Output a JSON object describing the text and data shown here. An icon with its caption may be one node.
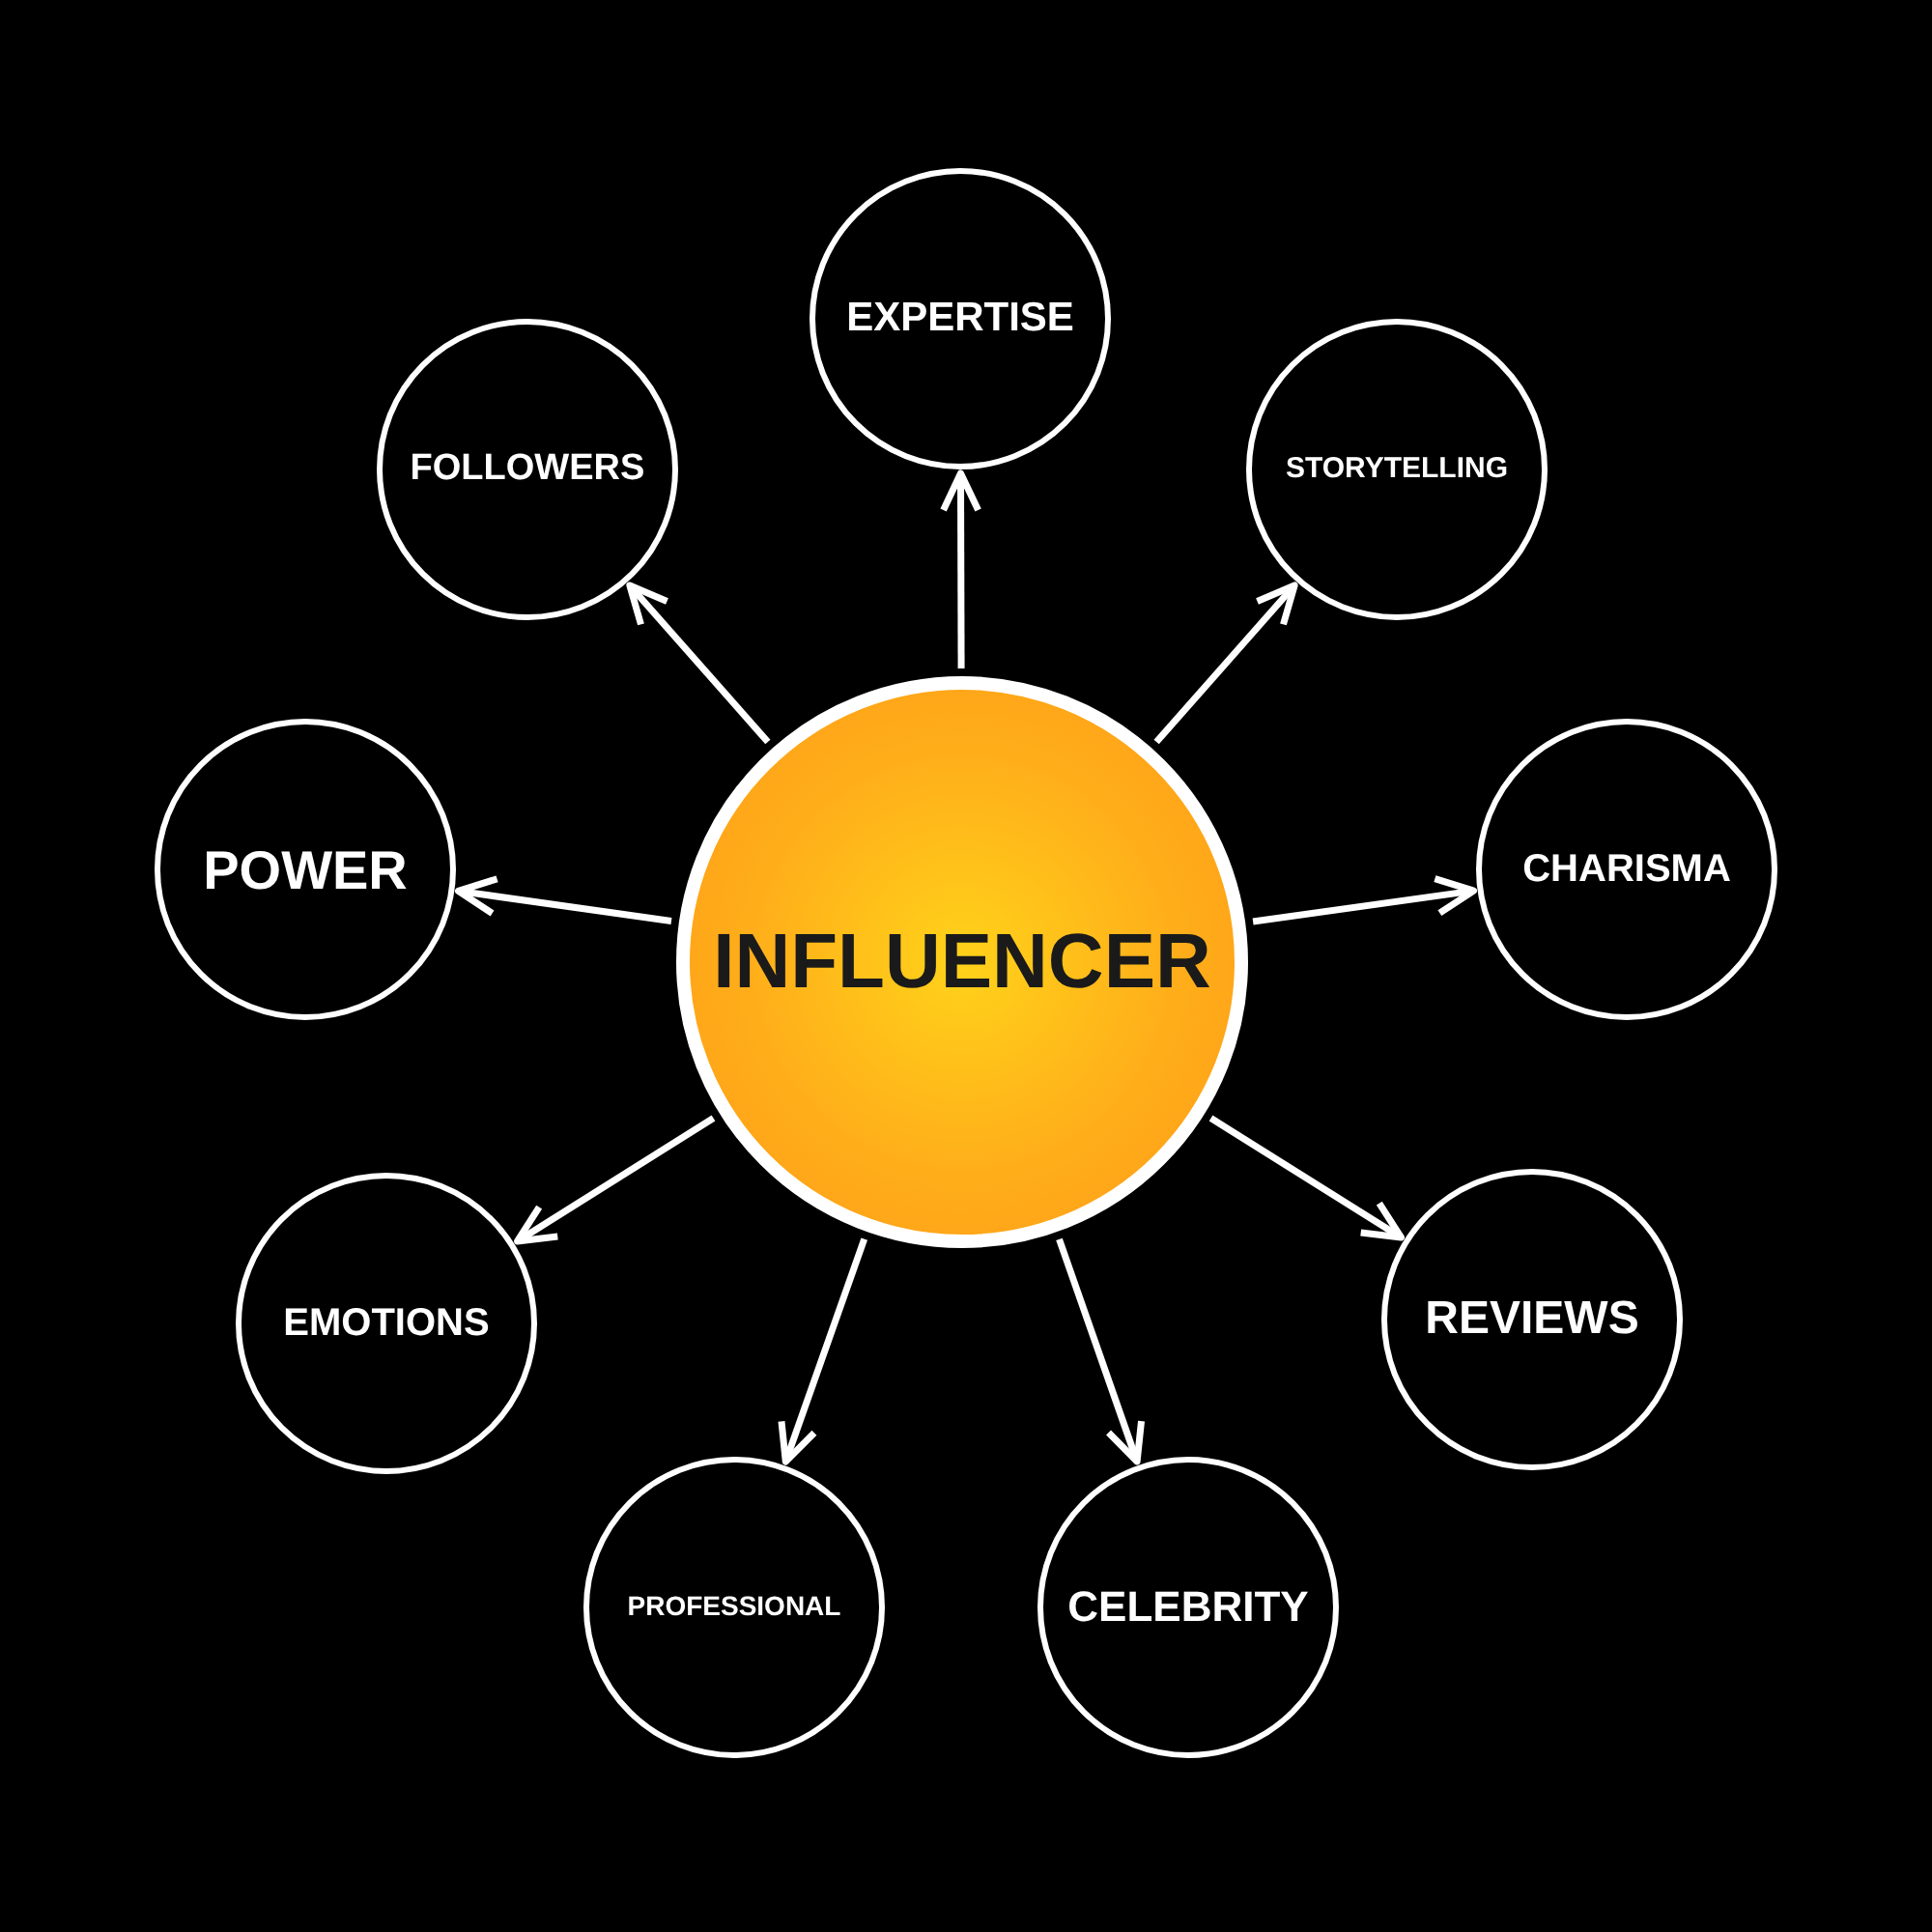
{
  "diagram": {
    "nodes": [
      {
        "text": [
          "INFLUENCER"
        ]
      },
      {
        "text": [
          "EXPERTISE"
        ]
      },
      {
        "text": [
          "FOLLOWERS"
        ]
      },
      {
        "text": [
          "STORYTELLING"
        ]
      },
      {
        "text": [
          "POWER"
        ]
      },
      {
        "text": [
          "CHARISMA"
        ]
      },
      {
        "text": [
          "EMOTIONS"
        ]
      },
      {
        "text": [
          "REVIEWS"
        ]
      },
      {
        "text": [
          "PROFESSIONAL"
        ]
      },
      {
        "text": [
          "CELEBRITY"
        ]
      }
    ],
    "edges": [
      {
        "from": 0,
        "to": 1,
        "arrow": "to"
      },
      {
        "from": 0,
        "to": 2,
        "arrow": "to"
      },
      {
        "from": 0,
        "to": 3,
        "arrow": "to"
      },
      {
        "from": 0,
        "to": 4,
        "arrow": "to"
      },
      {
        "from": 0,
        "to": 5,
        "arrow": "to"
      },
      {
        "from": 0,
        "to": 6,
        "arrow": "to"
      },
      {
        "from": 0,
        "to": 7,
        "arrow": "to"
      },
      {
        "from": 0,
        "to": 8,
        "arrow": "to"
      },
      {
        "from": 0,
        "to": 9,
        "arrow": "to"
      }
    ]
  }
}
